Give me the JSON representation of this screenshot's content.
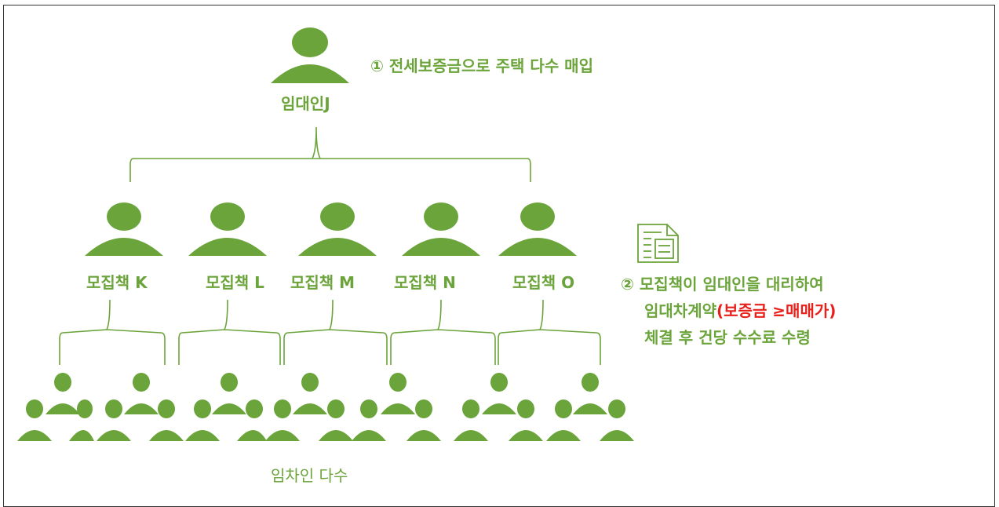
{
  "colors": {
    "figure": "#6ba43a",
    "highlight": "#e8201c",
    "border": "#333333"
  },
  "landlord": {
    "label": "임대인J"
  },
  "step1": {
    "text": "① 전세보증금으로 주택 다수 매입"
  },
  "recruiters": [
    {
      "label": "모집책 K"
    },
    {
      "label": "모집책 L"
    },
    {
      "label": "모집책 M"
    },
    {
      "label": "모집책 N"
    },
    {
      "label": "모집책 O"
    }
  ],
  "step2": {
    "line1": "② 모집책이 임대인을 대리하여",
    "line2_prefix": "임대차계약",
    "line2_highlight": "(보증금 ≥매매가)",
    "line3": "체결 후 건당 수수료 수령"
  },
  "document_icon": "document-icon",
  "tenants": {
    "label": "임차인 다수"
  }
}
